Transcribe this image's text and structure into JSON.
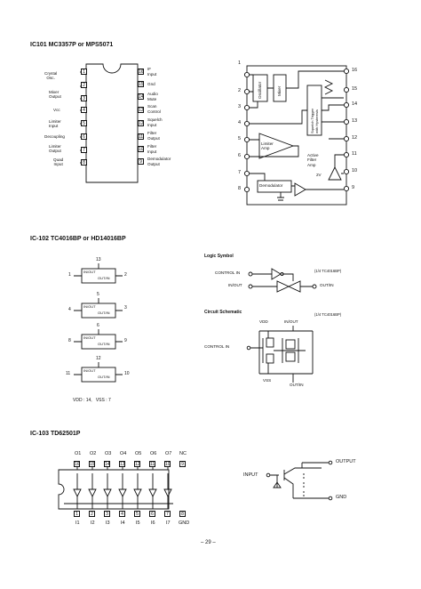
{
  "sections": {
    "ic101": {
      "title": "IC101 MC3357P or MPS5071",
      "left_pins": [
        {
          "num": "1",
          "label": "Crystal\nOsc."
        },
        {
          "num": "2",
          "label": ""
        },
        {
          "num": "3",
          "label": "Mixer\nOutput"
        },
        {
          "num": "4",
          "label": "Vcc"
        },
        {
          "num": "5",
          "label": "Limiter\nInput"
        },
        {
          "num": "6",
          "label": "Decoupling"
        },
        {
          "num": "7",
          "label": "Limiter\nOutput"
        },
        {
          "num": "8",
          "label": "Quad\nInput"
        }
      ],
      "right_pins": [
        {
          "num": "16",
          "label": "IF\nInput"
        },
        {
          "num": "15",
          "label": "Gnd"
        },
        {
          "num": "14",
          "label": "Audio\nMute"
        },
        {
          "num": "13",
          "label": "Scan\nControl"
        },
        {
          "num": "12",
          "label": "Squelch\nInput"
        },
        {
          "num": "11",
          "label": "Filter\nOutput"
        },
        {
          "num": "10",
          "label": "Filter\nInput"
        },
        {
          "num": "9",
          "label": "Demodulator\nOutput"
        }
      ],
      "block": {
        "oscillator": "Oscillator",
        "mixer": "Mixer",
        "squelch": "Squelch Trigger\nwith Hysteresis",
        "limiter": "Limiter\nAmp",
        "active_filter": "Active\nFilter\nAmp",
        "demodulator": "Demodulator",
        "v2": "2V",
        "left_nums": [
          "1",
          "2",
          "3",
          "4",
          "5",
          "6",
          "7",
          "8"
        ],
        "right_nums": [
          "16",
          "15",
          "14",
          "13",
          "12",
          "11",
          "10",
          "9"
        ]
      }
    },
    "ic102": {
      "title": "IC-102 TC4016BP or HD14016BP",
      "switch_label": "IN/OUT",
      "switch_label2": "OUT/IN",
      "pins": [
        "13",
        "1",
        "2",
        "5",
        "4",
        "3",
        "6",
        "8",
        "9",
        "12",
        "11",
        "10"
      ],
      "vdd_note": "VDD : 14,   VSS : 7",
      "logic_symbol_title": "Logic Symbol",
      "control_in": "CONTROL IN",
      "in_out": "IN/OUT",
      "out_in": "OUT/IN",
      "quarter_note": "(1/4 TC4016BP)",
      "schematic_title": "Circuit Schematic",
      "vdd": "VDD",
      "in_out2": "IN/OUT",
      "control_in2": "CONTROL IN",
      "vss": "VSS",
      "out_in2": "OUT/IN"
    },
    "ic103": {
      "title": "IC-103 TD62501P",
      "top_labels": [
        "O1",
        "O2",
        "O3",
        "O4",
        "O5",
        "O6",
        "O7",
        "NC"
      ],
      "top_pins": [
        "16",
        "15",
        "14",
        "13",
        "12",
        "11",
        "10",
        "9"
      ],
      "bottom_pins": [
        "1",
        "2",
        "3",
        "4",
        "5",
        "6",
        "7",
        "8"
      ],
      "bottom_labels": [
        "I1",
        "I2",
        "I3",
        "I4",
        "I5",
        "I6",
        "I7",
        "GND"
      ],
      "input": "INPUT",
      "output": "OUTPUT",
      "gnd": "GND"
    }
  },
  "page_number": "– 29 –"
}
